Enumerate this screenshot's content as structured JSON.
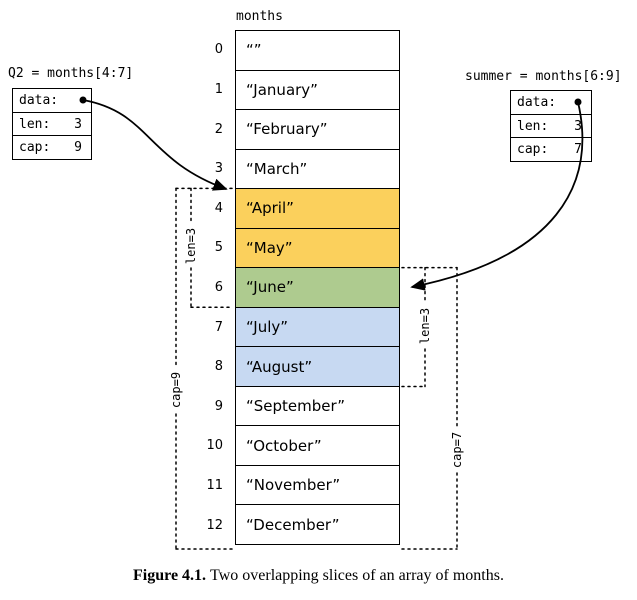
{
  "array": {
    "label": "months",
    "cells": [
      {
        "index": "0",
        "value": "“”"
      },
      {
        "index": "1",
        "value": "“January”"
      },
      {
        "index": "2",
        "value": "“February”"
      },
      {
        "index": "3",
        "value": "“March”"
      },
      {
        "index": "4",
        "value": "“April”"
      },
      {
        "index": "5",
        "value": "“May”"
      },
      {
        "index": "6",
        "value": "“June”"
      },
      {
        "index": "7",
        "value": "“July”"
      },
      {
        "index": "8",
        "value": "“August”"
      },
      {
        "index": "9",
        "value": "“September”"
      },
      {
        "index": "10",
        "value": "“October”"
      },
      {
        "index": "11",
        "value": "“November”"
      },
      {
        "index": "12",
        "value": "“December”"
      }
    ]
  },
  "q2_slice": {
    "title": "Q2 = months[4:7]",
    "data_label": "data:",
    "len_label": "len:",
    "len_value": "3",
    "cap_label": "cap:",
    "cap_value": "9"
  },
  "summer_slice": {
    "title": "summer = months[6:9]",
    "data_label": "data:",
    "len_label": "len:",
    "len_value": "3",
    "cap_label": "cap:",
    "cap_value": "7"
  },
  "brackets": {
    "q2_len": "len=3",
    "q2_cap": "cap=9",
    "summer_len": "len=3",
    "summer_cap": "cap=7"
  },
  "caption": {
    "label": "Figure 4.1.",
    "text": "Two overlapping slices of an array of months."
  },
  "colors": {
    "yellow": "#fbd05c",
    "green": "#aecb8f",
    "blue": "#c7d9f2"
  }
}
